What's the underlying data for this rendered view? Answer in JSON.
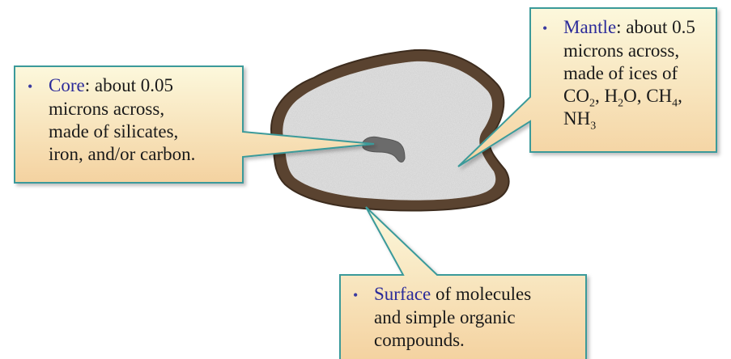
{
  "core": {
    "term": "Core",
    "line1_rest": ": about 0.05",
    "lines": [
      "microns across,",
      "made of silicates,",
      "iron, and/or carbon."
    ]
  },
  "mantle": {
    "term": "Mantle",
    "line1_rest": ": about 0.5",
    "lines": [
      "microns across,",
      "made of ices of"
    ],
    "formulas": [
      {
        "main": "CO",
        "sub": "2",
        "after": ", "
      },
      {
        "main": "H",
        "sub": "2",
        "after": "O, "
      },
      {
        "main": "CH",
        "sub": "4",
        "after": ","
      },
      {
        "main": "NH",
        "sub": "3",
        "after": ""
      }
    ]
  },
  "surface": {
    "term": "Surface",
    "line1_rest": " of molecules",
    "lines": [
      "and simple organic",
      "compounds."
    ]
  },
  "colors": {
    "callout_fill_top": "#fbf6d8",
    "callout_fill_bottom": "#f5d8a8",
    "callout_border": "#3a9a9a",
    "grain_rim": "#5a4330",
    "grain_fill": "#e6e6e6",
    "core_fill": "#6b6b6b",
    "term_color": "#2b2b9a"
  }
}
